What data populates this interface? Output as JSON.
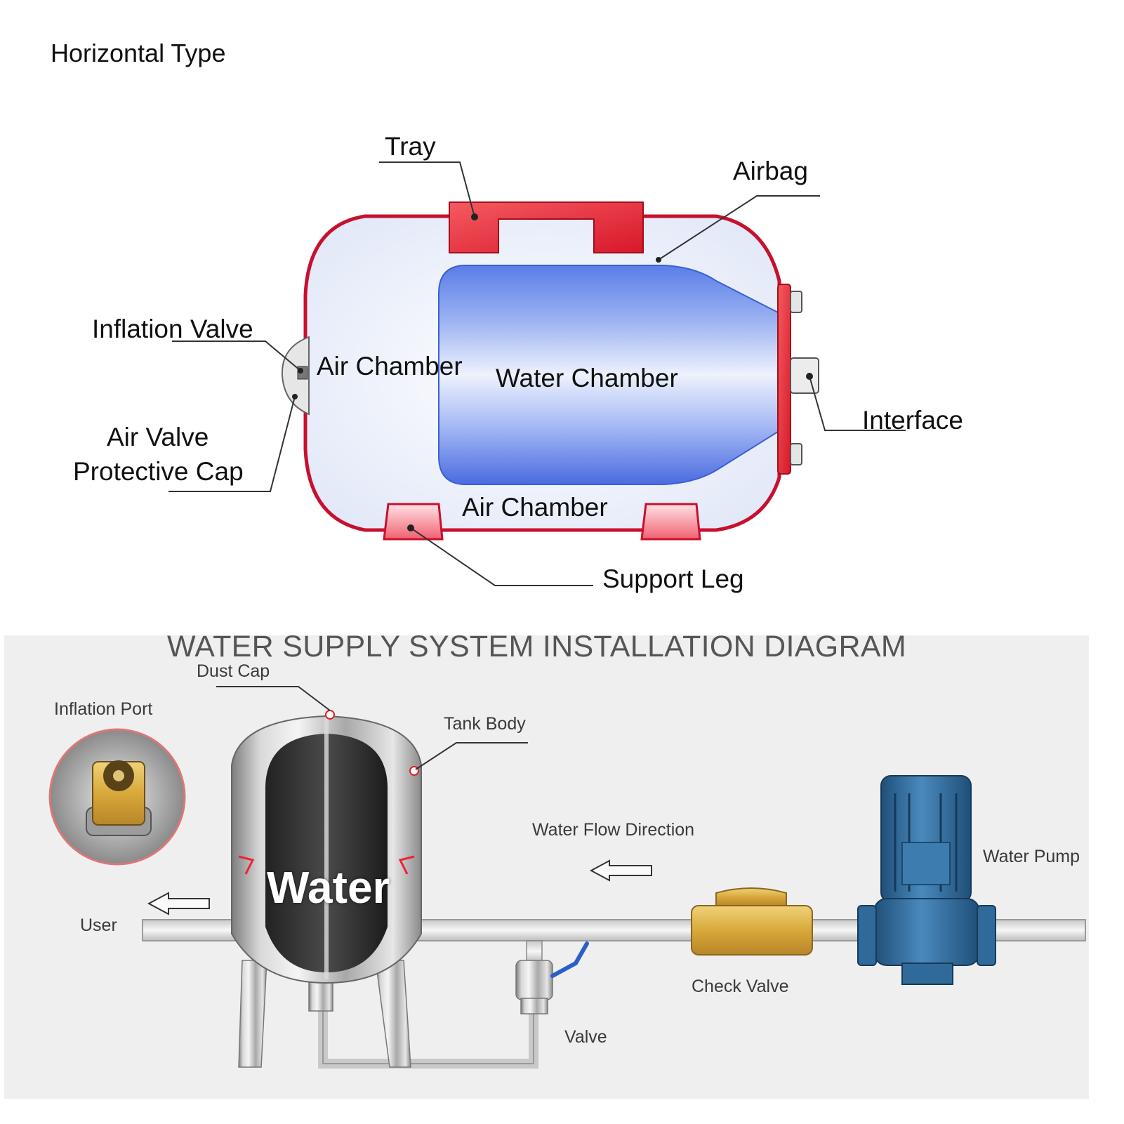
{
  "top_diagram": {
    "title": "Horizontal Type",
    "labels": {
      "tray": "Tray",
      "airbag": "Airbag",
      "inflation_valve": "Inflation Valve",
      "air_chamber_left": "Air Chamber",
      "water_chamber": "Water Chamber",
      "interface": "Interface",
      "air_valve_cap_line1": "Air Valve",
      "air_valve_cap_line2": "Protective Cap",
      "air_chamber_bottom": "Air Chamber",
      "support_leg": "Support Leg"
    }
  },
  "installation_diagram": {
    "title": "WATER SUPPLY SYSTEM INSTALLATION DIAGRAM",
    "labels": {
      "dust_cap": "Dust Cap",
      "inflation_port": "Inflation Port",
      "tank_body": "Tank Body",
      "water": "Water",
      "water_flow_direction": "Water Flow Direction",
      "water_pump": "Water Pump",
      "user": "User",
      "check_valve": "Check Valve",
      "valve": "Valve"
    }
  },
  "colors": {
    "tank_outline": "#c8102e",
    "tray_fill": "#e8232e",
    "airbag_blue": "#4a6ee6",
    "pump_blue": "#2f6a9a",
    "brass": "#d8a93a",
    "panel_gray": "#efefef"
  }
}
